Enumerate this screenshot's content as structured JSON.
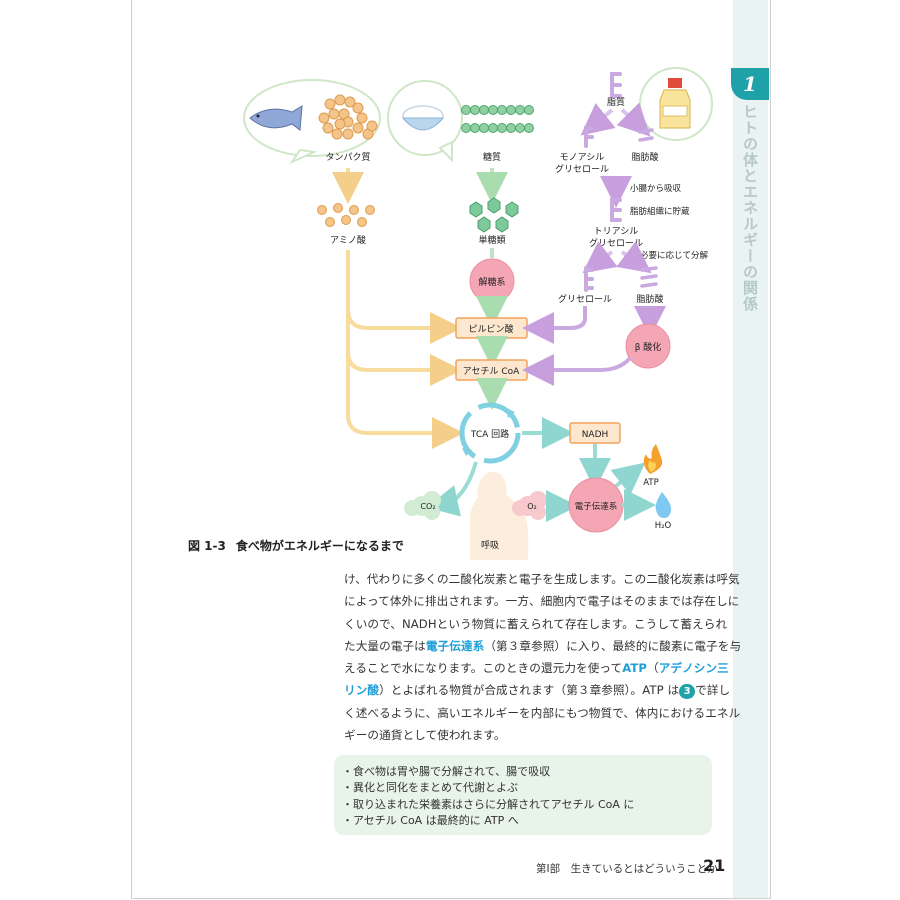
{
  "chapter": {
    "number": "1",
    "title": "ヒトの体とエネルギーの関係"
  },
  "figure": {
    "number": "図 1-3",
    "caption": "食べ物がエネルギーになるまで",
    "labels": {
      "protein": "タンパク質",
      "amino_acid": "アミノ酸",
      "sugar": "糖質",
      "monosaccharide": "単糖類",
      "glycolysis": "解糖系",
      "fat": "脂質",
      "monoacylglycerol_1": "モノアシル",
      "monoacylglycerol_2": "グリセロール",
      "fatty_acid_1": "脂肪酸",
      "absorbed": "小腸から吸収",
      "stored": "脂肪組織に貯蔵",
      "triacylglycerol_1": "トリアシル",
      "triacylglycerol_2": "グリセロール",
      "decomposed": "必要に応じて分解",
      "glycerol": "グリセロール",
      "fatty_acid_2": "脂肪酸",
      "pyruvate": "ピルビン酸",
      "acetyl_coa": "アセチル CoA",
      "beta_oxidation": "β 酸化",
      "tca": "TCA 回路",
      "nadh": "NADH",
      "co2": "CO₂",
      "o2": "O₂",
      "etc": "電子伝達系",
      "atp": "ATP",
      "h2o": "H₂O",
      "respiration": "呼吸"
    }
  },
  "body": {
    "line1": "け、代わりに多くの二酸化炭素と電子を生成します。この二酸化炭素は呼気",
    "line2": "によって体外に排出されます。一方、細胞内で電子はそのままでは存在しに",
    "line3": "くいので、NADHという物質に蓄えられて存在します。こうして蓄えられ",
    "line4_a": "た大量の電子は",
    "line4_kw": "電子伝達系",
    "line4_b": "（第３章参照）に入り、最終的に酸素に電子を与",
    "line5_a": "えることで水になります。このときの還元力を使って",
    "line5_kw1": "ATP",
    "line5_b": "（",
    "line5_kw2": "アデノシン三",
    "line6_kw": "リン酸",
    "line6_a": "）とよばれる物質が合成されます（第３章参照）。ATP は",
    "line6_circle": "3",
    "line6_b": "で詳し",
    "line7": "く述べるように、高いエネルギーを内部にもつ物質で、体内におけるエネル",
    "line8": "ギーの通貨として使われます。"
  },
  "summary": [
    "・食べ物は胃や腸で分解されて、腸で吸収",
    "・異化と同化をまとめて代謝とよぶ",
    "・取り込まれた栄養素はさらに分解されてアセチル CoA に",
    "・アセチル CoA は最終的に ATP へ"
  ],
  "footer": {
    "part": "第Ⅰ部　生きているとはどういうことか",
    "page": "21"
  },
  "colors": {
    "teal": "#1fa2a7",
    "amino": "#f0b55a",
    "sugar": "#6fbf88",
    "lipid": "#b98bd0",
    "enzyme": "#e8768c",
    "box": "#f2a35c"
  }
}
